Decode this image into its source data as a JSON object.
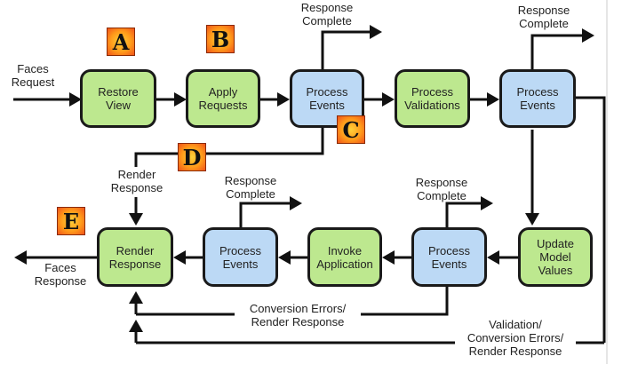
{
  "diagram": {
    "title": "JSF Request Processing Lifecycle",
    "nodes": {
      "restore_view": "Restore\nView",
      "apply_requests": "Apply\nRequests",
      "process_events_1": "Process\nEvents",
      "process_validations": "Process\nValidations",
      "process_events_2": "Process\nEvents",
      "update_model_values": "Update\nModel\nValues",
      "process_events_3": "Process\nEvents",
      "invoke_application": "Invoke\nApplication",
      "process_events_4": "Process\nEvents",
      "render_response": "Render\nResponse"
    },
    "labels": {
      "faces_request": "Faces\nRequest",
      "faces_response": "Faces\nResponse",
      "response_complete_1": "Response\nComplete",
      "response_complete_2": "Response\nComplete",
      "response_complete_3": "Response\nComplete",
      "response_complete_4": "Response\nComplete",
      "render_response_edge": "Render\nResponse",
      "conversion_errors": "Conversion Errors/\nRender Response",
      "validation_errors": "Validation/\nConversion Errors/\nRender Response"
    },
    "badges": {
      "a": "A",
      "b": "B",
      "c": "C",
      "d": "D",
      "e": "E"
    },
    "colors": {
      "phase": "#bde88f",
      "event": "#bcd9f5",
      "badge": "#ff9a1a"
    }
  }
}
